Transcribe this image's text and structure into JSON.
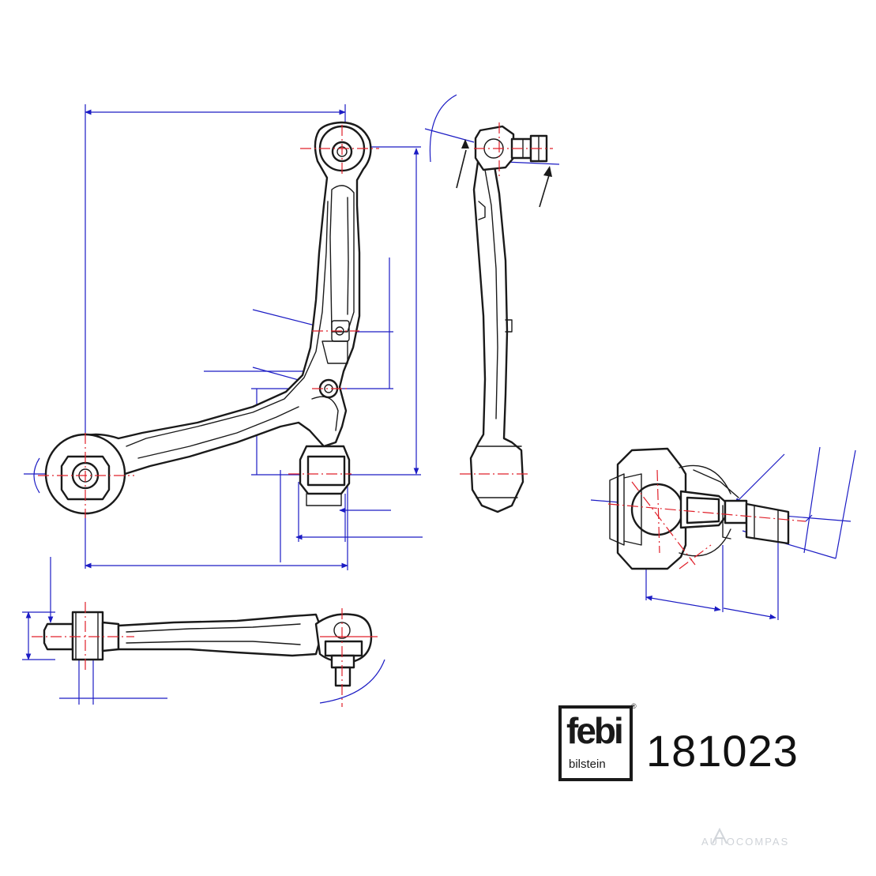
{
  "brand": {
    "logo_word": "febi",
    "logo_subtext": "bilstein",
    "registered_mark": "®"
  },
  "part_number": "181023",
  "watermark": "AUTOCOMPAS",
  "colors": {
    "outline": "#1a1a1a",
    "dimension_lines": "#1c1cc4",
    "center_lines": "#e0202a",
    "background": "#ffffff"
  },
  "views": [
    "top-view",
    "side-view",
    "bottom-view",
    "ball-joint-section"
  ]
}
